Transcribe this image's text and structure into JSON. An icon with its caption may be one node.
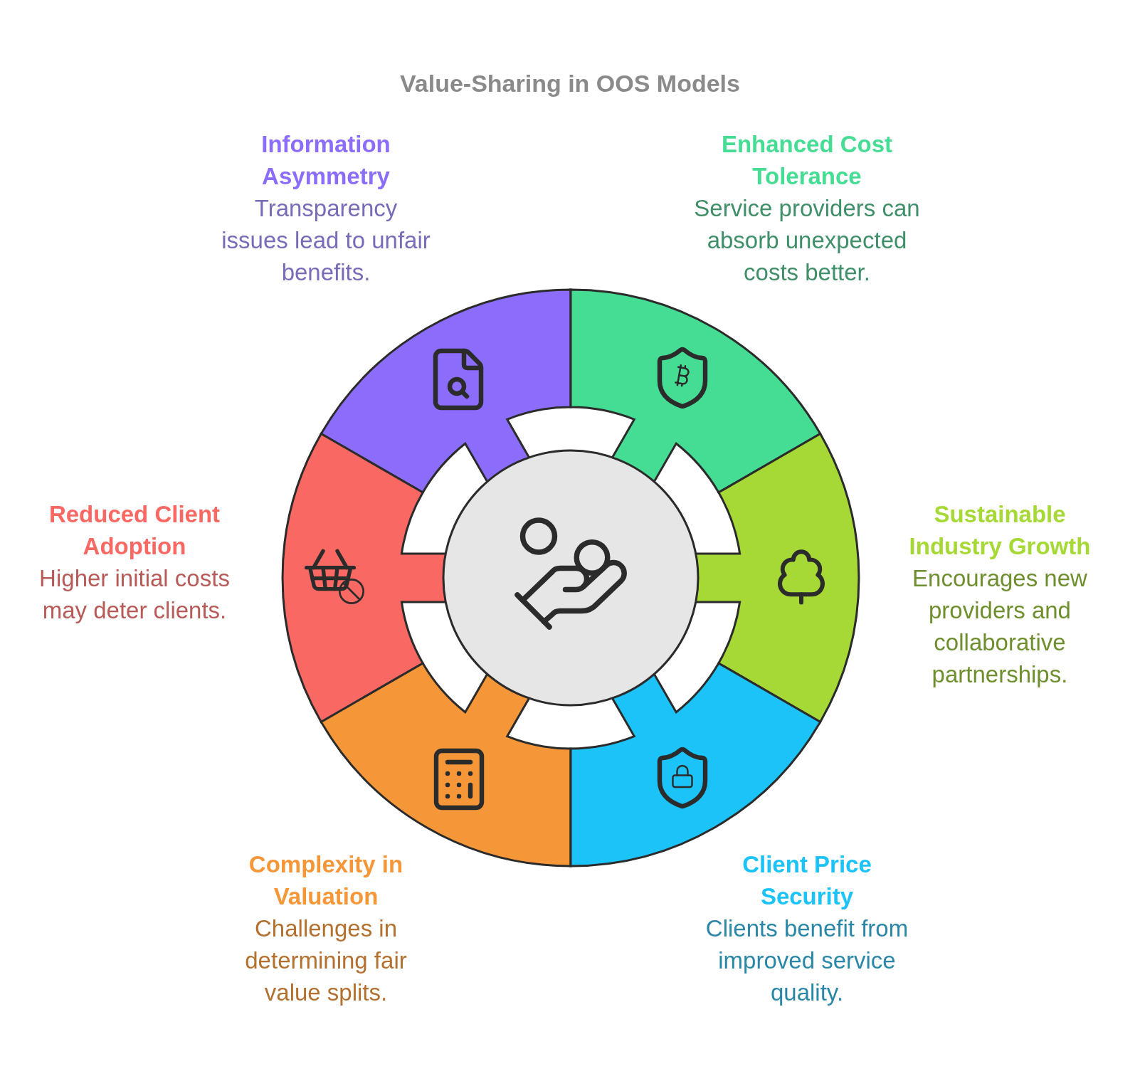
{
  "diagram": {
    "title": "Value-Sharing in OOS Models",
    "nodes": [
      {
        "text": [
          "Information Asymmetry",
          "Transparency issues lead to unfair benefits."
        ]
      },
      {
        "text": [
          "Enhanced Cost Tolerance",
          "Service providers can absorb unexpected costs better."
        ]
      },
      {
        "text": [
          "Reduced Client Adoption",
          "Higher initial costs may deter clients."
        ]
      },
      {
        "text": [
          "Sustainable Industry Growth",
          "Encourages new providers and collaborative partnerships."
        ]
      },
      {
        "text": [
          "Complexity in Valuation",
          "Challenges in determining fair value splits."
        ]
      },
      {
        "text": [
          "Client Price Security",
          "Clients benefit from improved service quality."
        ]
      }
    ]
  }
}
